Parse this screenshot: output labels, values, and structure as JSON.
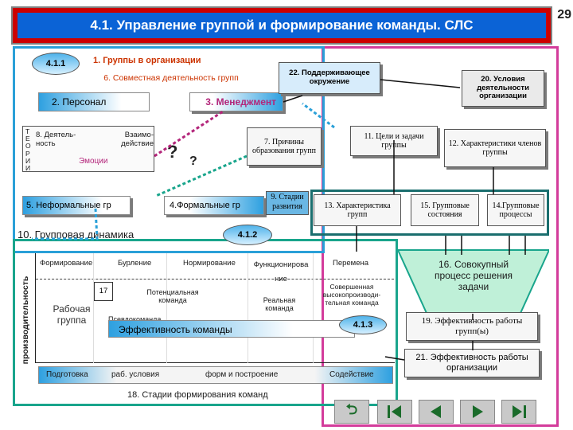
{
  "page_number": "29",
  "title": "4.1. Управление группой и формирование команды. СЛС",
  "left_panel": {
    "oval_label": "4.1.1",
    "groups_in_org": "1. Группы в организации",
    "joint_activity": "6. Совместная деятельность групп",
    "personnel": "2. Персонал",
    "management": "3. Менеджмент",
    "theories_vertical": "Т Е О Р И И",
    "activity": "8. Деятель-ность",
    "interaction": "Взаимо-действие",
    "emotions": "Эмоции",
    "question_1": "?",
    "question_2": "?",
    "informal": "5. Неформальные гр",
    "formal": "4.Формальные гр",
    "reasons": "7. Причины образования групп",
    "stages": "9. Стадии развития"
  },
  "right_top": {
    "supporting_env": "22. Поддерживающее окружение",
    "conditions": "20. Условия деятельности организации",
    "goals": "11. Цели и задачи группы",
    "member_chars": "12. Характеристики членов группы",
    "group_chars": "13. Характеристика групп",
    "group_states": "15. Групповые состояния",
    "group_processes": "14.Групповые процессы"
  },
  "dynamics": {
    "title": "10.  Групповая динамика",
    "label_412": "4.1.2",
    "y_axis": "производительность",
    "stages": [
      "Формирование",
      "Бурление",
      "Нормирование",
      "Функционирова ние",
      "Перемена"
    ],
    "num_17": "17",
    "working_group": "Рабочая группа",
    "potential_team": "Потенциальная команда",
    "pseudo_team": "Псевдокоманда",
    "real_team": "Реальная команда",
    "perfect_team": "Совершенная высокопроизводи-тельная команда",
    "efficiency": "Эффективность команды",
    "label_413": "4.1.3",
    "bottom_labels": [
      "Подготовка",
      "раб. условия",
      "форм и построение",
      "Содействие"
    ],
    "caption": "18.  Стадии формирования команд"
  },
  "right_bottom": {
    "joint_process": "16. Совокупный процесс решения задачи",
    "group_efficiency": "19. Эффективность работы групп(ы)",
    "org_efficiency": "21. Эффективность работы организации"
  },
  "nav": [
    "return-icon",
    "first-icon",
    "prev-icon",
    "next-icon",
    "last-icon"
  ],
  "colors": {
    "title_bg": "#0b63d6",
    "title_border": "#cc0000",
    "frame_blue": "#2aa0d8",
    "frame_pink": "#d33c9b",
    "frame_teal": "#19a58c",
    "management_bg": "#b3257a",
    "funnel": "#bff0d8"
  }
}
